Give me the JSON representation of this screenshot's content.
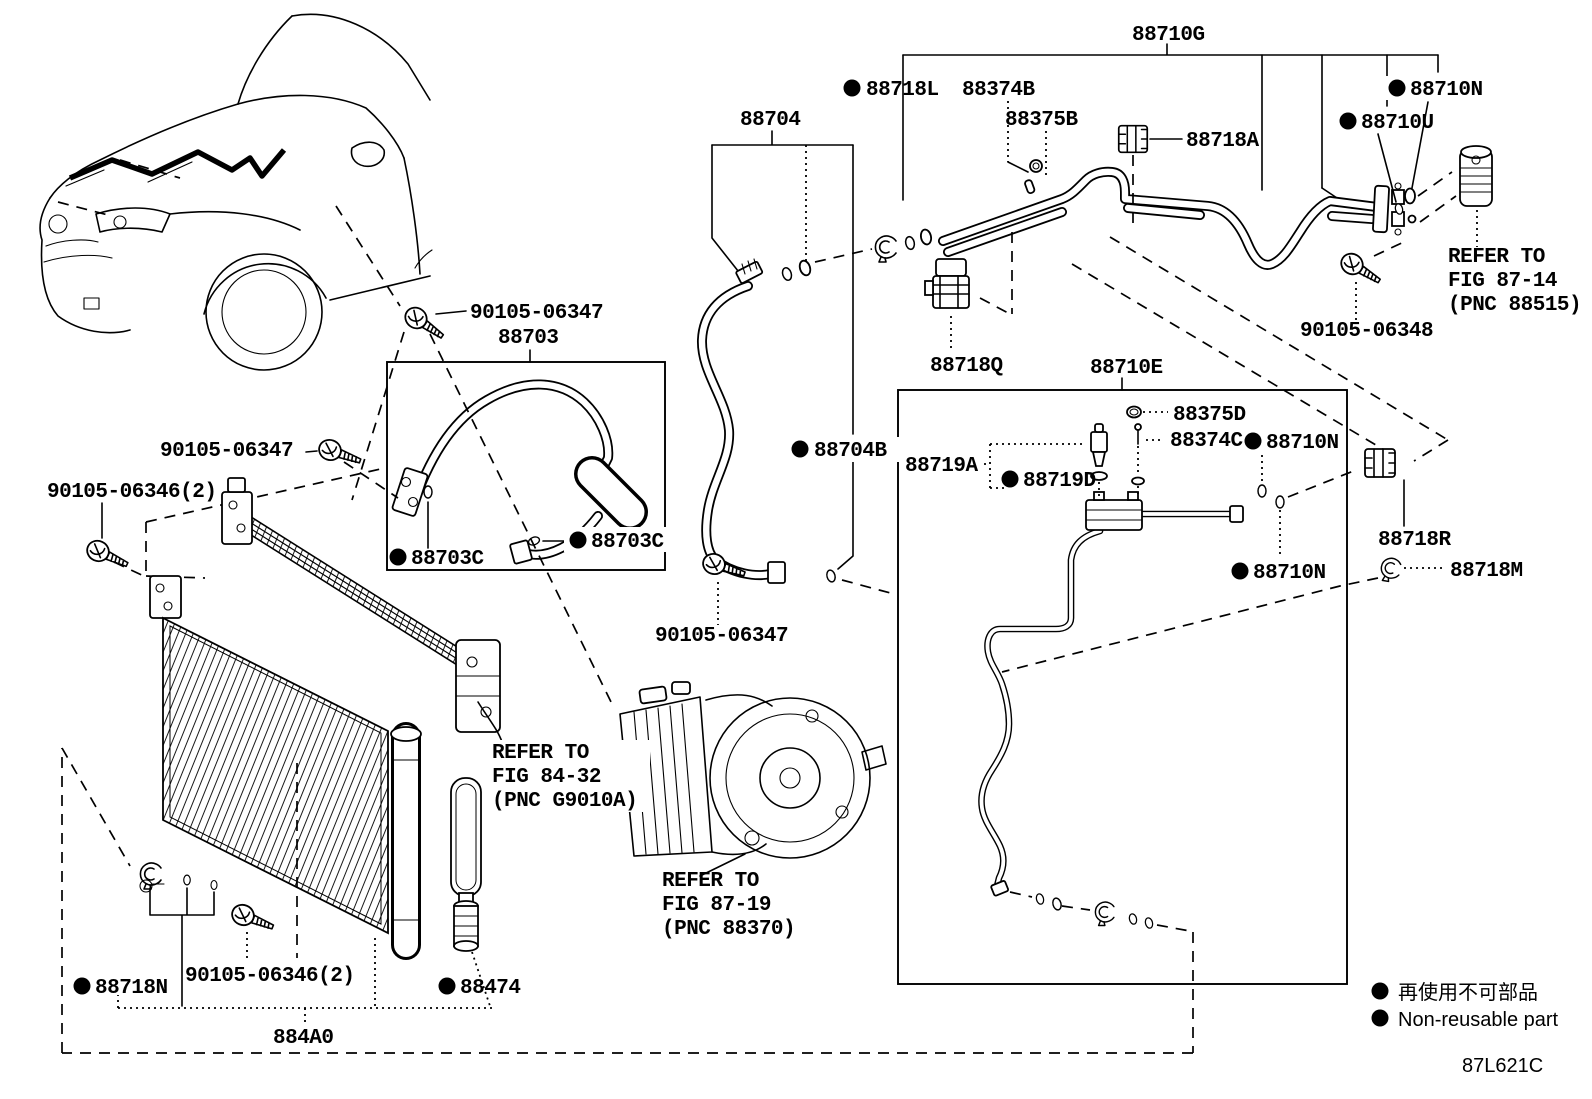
{
  "figure": {
    "code": "87L621C"
  },
  "legend": {
    "jp": "再使用不可部品",
    "en": "Non-reusable part"
  },
  "assemblies": {
    "88710G": "88710G",
    "88710E": "88710E",
    "88703": "88703",
    "88704": "88704",
    "884A0": "884A0"
  },
  "parts": {
    "88718L": "88718L",
    "88374B": "88374B",
    "88375B": "88375B",
    "88718A": "88718A",
    "88710N": "88710N",
    "88710U": "88710U",
    "88718Q": "88718Q",
    "88704B": "88704B",
    "88375D": "88375D",
    "88374C": "88374C",
    "88719A": "88719A",
    "88719D": "88719D",
    "88718R": "88718R",
    "88718M": "88718M",
    "88703C": "88703C",
    "88718N": "88718N",
    "88474": "88474"
  },
  "fasteners": {
    "bolt_06347": "90105-06347",
    "bolt_06346": "90105-06346(2)",
    "bolt_06348": "90105-06348"
  },
  "refs": {
    "fig87_14": {
      "l1": "REFER TO",
      "l2": "FIG 87-14",
      "l3": "(PNC 88515)"
    },
    "fig84_32": {
      "l1": "REFER TO",
      "l2": "FIG 84-32",
      "l3": "(PNC G9010A)"
    },
    "fig87_19": {
      "l1": "REFER TO",
      "l2": "FIG 87-19",
      "l3": "(PNC 88370)"
    }
  }
}
